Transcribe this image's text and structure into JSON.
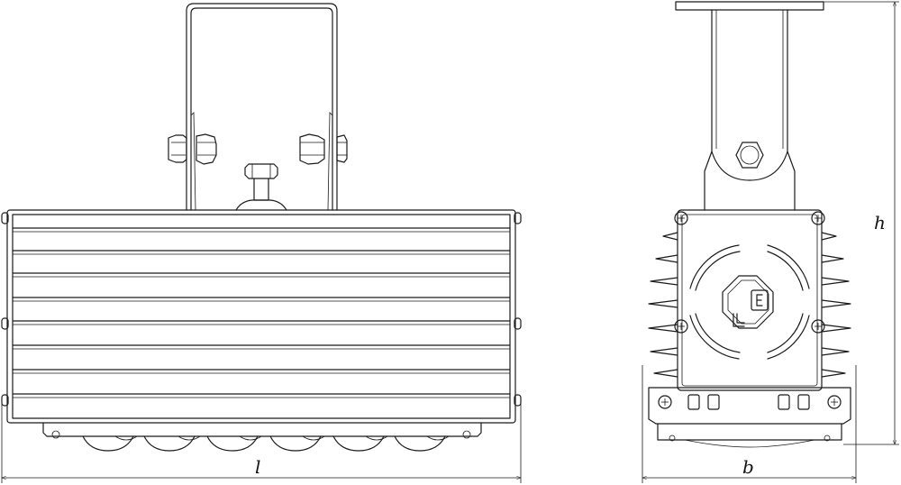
{
  "dimensions": {
    "length_label": "l",
    "width_label": "b",
    "height_label": "h"
  },
  "logo": {
    "letters": "LE"
  },
  "colors": {
    "line": "#1a1a1a",
    "background": "#ffffff"
  }
}
